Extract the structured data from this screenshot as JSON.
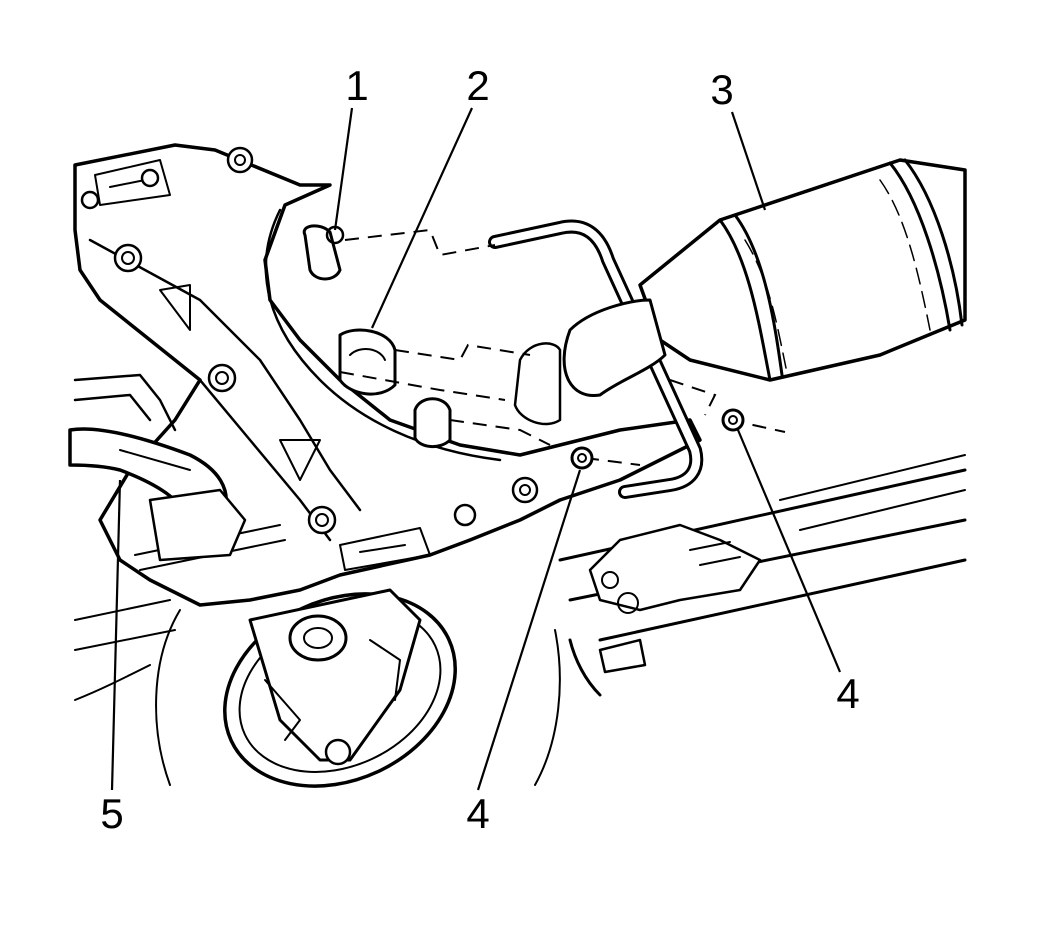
{
  "callouts": [
    {
      "id": "c1",
      "label": "1"
    },
    {
      "id": "c2",
      "label": "2"
    },
    {
      "id": "c3",
      "label": "3"
    },
    {
      "id": "c4a",
      "label": "4"
    },
    {
      "id": "c4b",
      "label": "4"
    },
    {
      "id": "c5",
      "label": "5"
    }
  ],
  "colors": {
    "ink": "#000000",
    "paper": "#ffffff"
  }
}
